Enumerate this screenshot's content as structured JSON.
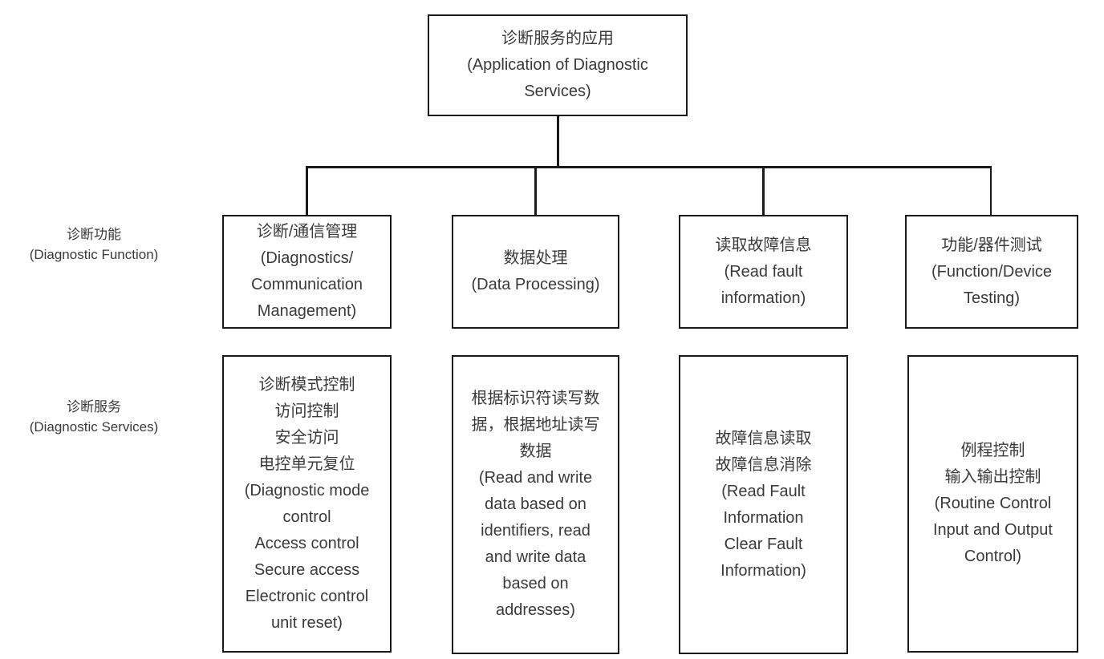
{
  "diagram": {
    "colors": {
      "border": "#1a1a1a",
      "text": "#3a3a3a",
      "background": "#ffffff"
    },
    "root": {
      "text": "诊断服务的应用\n(Application of Diagnostic\nServices)"
    },
    "row_labels": [
      {
        "text": "诊断功能\n(Diagnostic Function)"
      },
      {
        "text": "诊断服务\n(Diagnostic Services)"
      }
    ],
    "functions": [
      {
        "text": "诊断/通信管理\n(Diagnostics/\nCommunication\nManagement)"
      },
      {
        "text": "数据处理\n(Data Processing)"
      },
      {
        "text": "读取故障信息\n(Read fault\ninformation)"
      },
      {
        "text": "功能/器件测试\n(Function/Device\nTesting)"
      }
    ],
    "services": [
      {
        "text": "诊断模式控制\n访问控制\n安全访问\n电控单元复位\n(Diagnostic mode\ncontrol\nAccess control\nSecure access\nElectronic control\nunit reset)"
      },
      {
        "text": "根据标识符读写数\n据，根据地址读写\n数据\n(Read and write\ndata based on\nidentifiers, read\nand write data\nbased on\naddresses)"
      },
      {
        "text": "故障信息读取\n故障信息消除\n(Read Fault\nInformation\nClear Fault\nInformation)"
      },
      {
        "text": "例程控制\n输入输出控制\n(Routine Control\nInput and Output\nControl)"
      }
    ]
  }
}
